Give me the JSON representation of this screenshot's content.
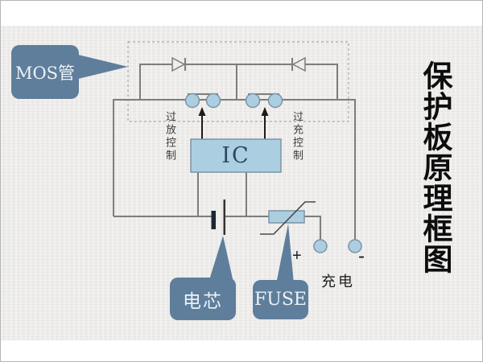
{
  "title": {
    "text": "保护板原理框图"
  },
  "callouts": {
    "mos": {
      "label": "MOS管"
    },
    "cell": {
      "label": "电芯"
    },
    "fuse": {
      "label": "FUSE"
    }
  },
  "diagram": {
    "ic_label": "IC",
    "overdischarge_label": "过放控制",
    "overcharge_label": "过充控制",
    "charge_label": "充电",
    "plus_label": "+",
    "minus_label": "-"
  },
  "colors": {
    "background": "#edecea",
    "callout_bg": "#5e7e9b",
    "callout_text": "#eef2f6",
    "component_fill": "#abcfe0",
    "component_stroke": "#7c93a4",
    "wire": "#7d7d7d",
    "dashed_box": "#9a9a9a",
    "arrow": "#1c1c1c",
    "battery_bar": "#1d2633",
    "label_text": "#3c3c3c",
    "title_text": "#0d0d0d"
  }
}
